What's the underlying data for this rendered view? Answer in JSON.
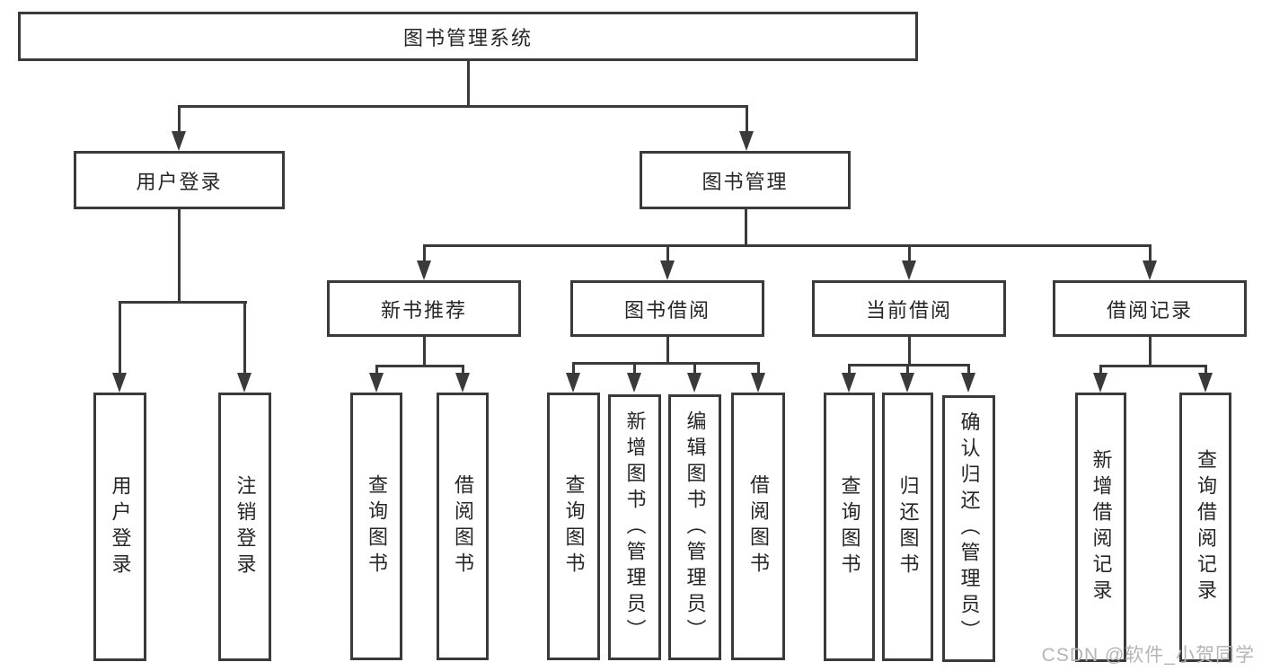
{
  "colors": {
    "line": "#3a3a3a",
    "text": "#262626",
    "watermark": "#b5b5b5",
    "background": "#ffffff"
  },
  "watermark": {
    "text": "CSDN @软件_小贺同学"
  },
  "tree": {
    "label": "图书管理系统",
    "children": [
      {
        "label": "用户登录",
        "children": [
          {
            "label": "用户登录"
          },
          {
            "label": "注销登录"
          }
        ]
      },
      {
        "label": "图书管理",
        "children": [
          {
            "label": "新书推荐",
            "children": [
              {
                "label": "查询图书"
              },
              {
                "label": "借阅图书"
              }
            ]
          },
          {
            "label": "图书借阅",
            "children": [
              {
                "label": "查询图书"
              },
              {
                "label": "新增图书（管理员）"
              },
              {
                "label": "编辑图书（管理员）"
              },
              {
                "label": "借阅图书"
              }
            ]
          },
          {
            "label": "当前借阅",
            "children": [
              {
                "label": "查询图书"
              },
              {
                "label": "归还图书"
              },
              {
                "label": "确认归还（管理员）"
              }
            ]
          },
          {
            "label": "借阅记录",
            "children": [
              {
                "label": "新增借阅记录"
              },
              {
                "label": "查询借阅记录"
              }
            ]
          }
        ]
      }
    ]
  }
}
